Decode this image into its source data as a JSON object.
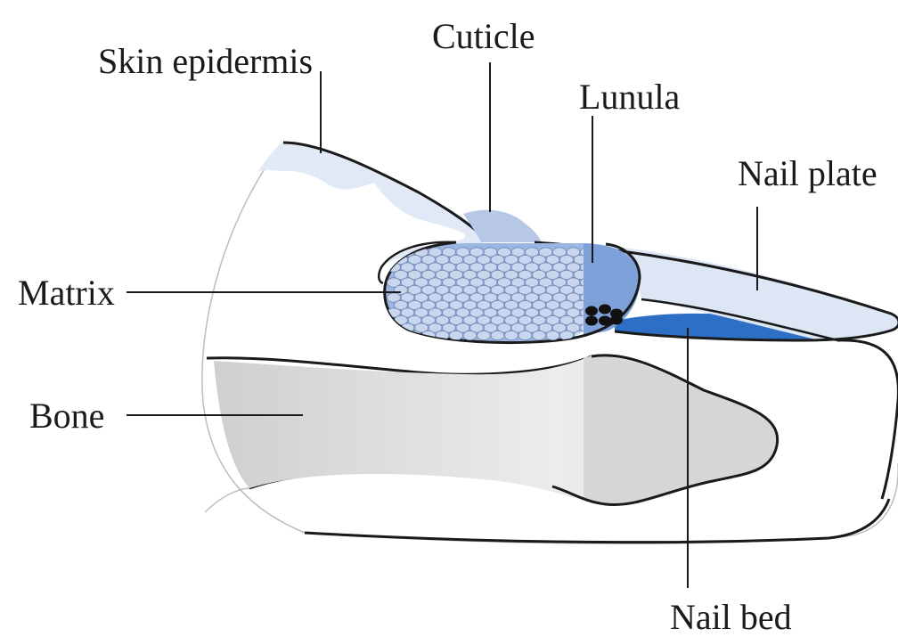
{
  "labels": {
    "skin_epidermis": "Skin epidermis",
    "cuticle": "Cuticle",
    "lunula": "Lunula",
    "nail_plate": "Nail plate",
    "matrix": "Matrix",
    "bone": "Bone",
    "nail_bed": "Nail bed"
  },
  "colors": {
    "epidermis": "#e2e9f6",
    "cuticle": "#b6c8e6",
    "matrix_fill": "#9bb6e2",
    "lunula_fill": "#7ea1d9",
    "nail_plate": "#dde6f5",
    "nail_bed": "#2e6fc6",
    "bone": "#e3e3e3",
    "bone_shadow": "#d6d6d6",
    "cell": "#c8d6ee",
    "outline": "#1a1a1a"
  }
}
